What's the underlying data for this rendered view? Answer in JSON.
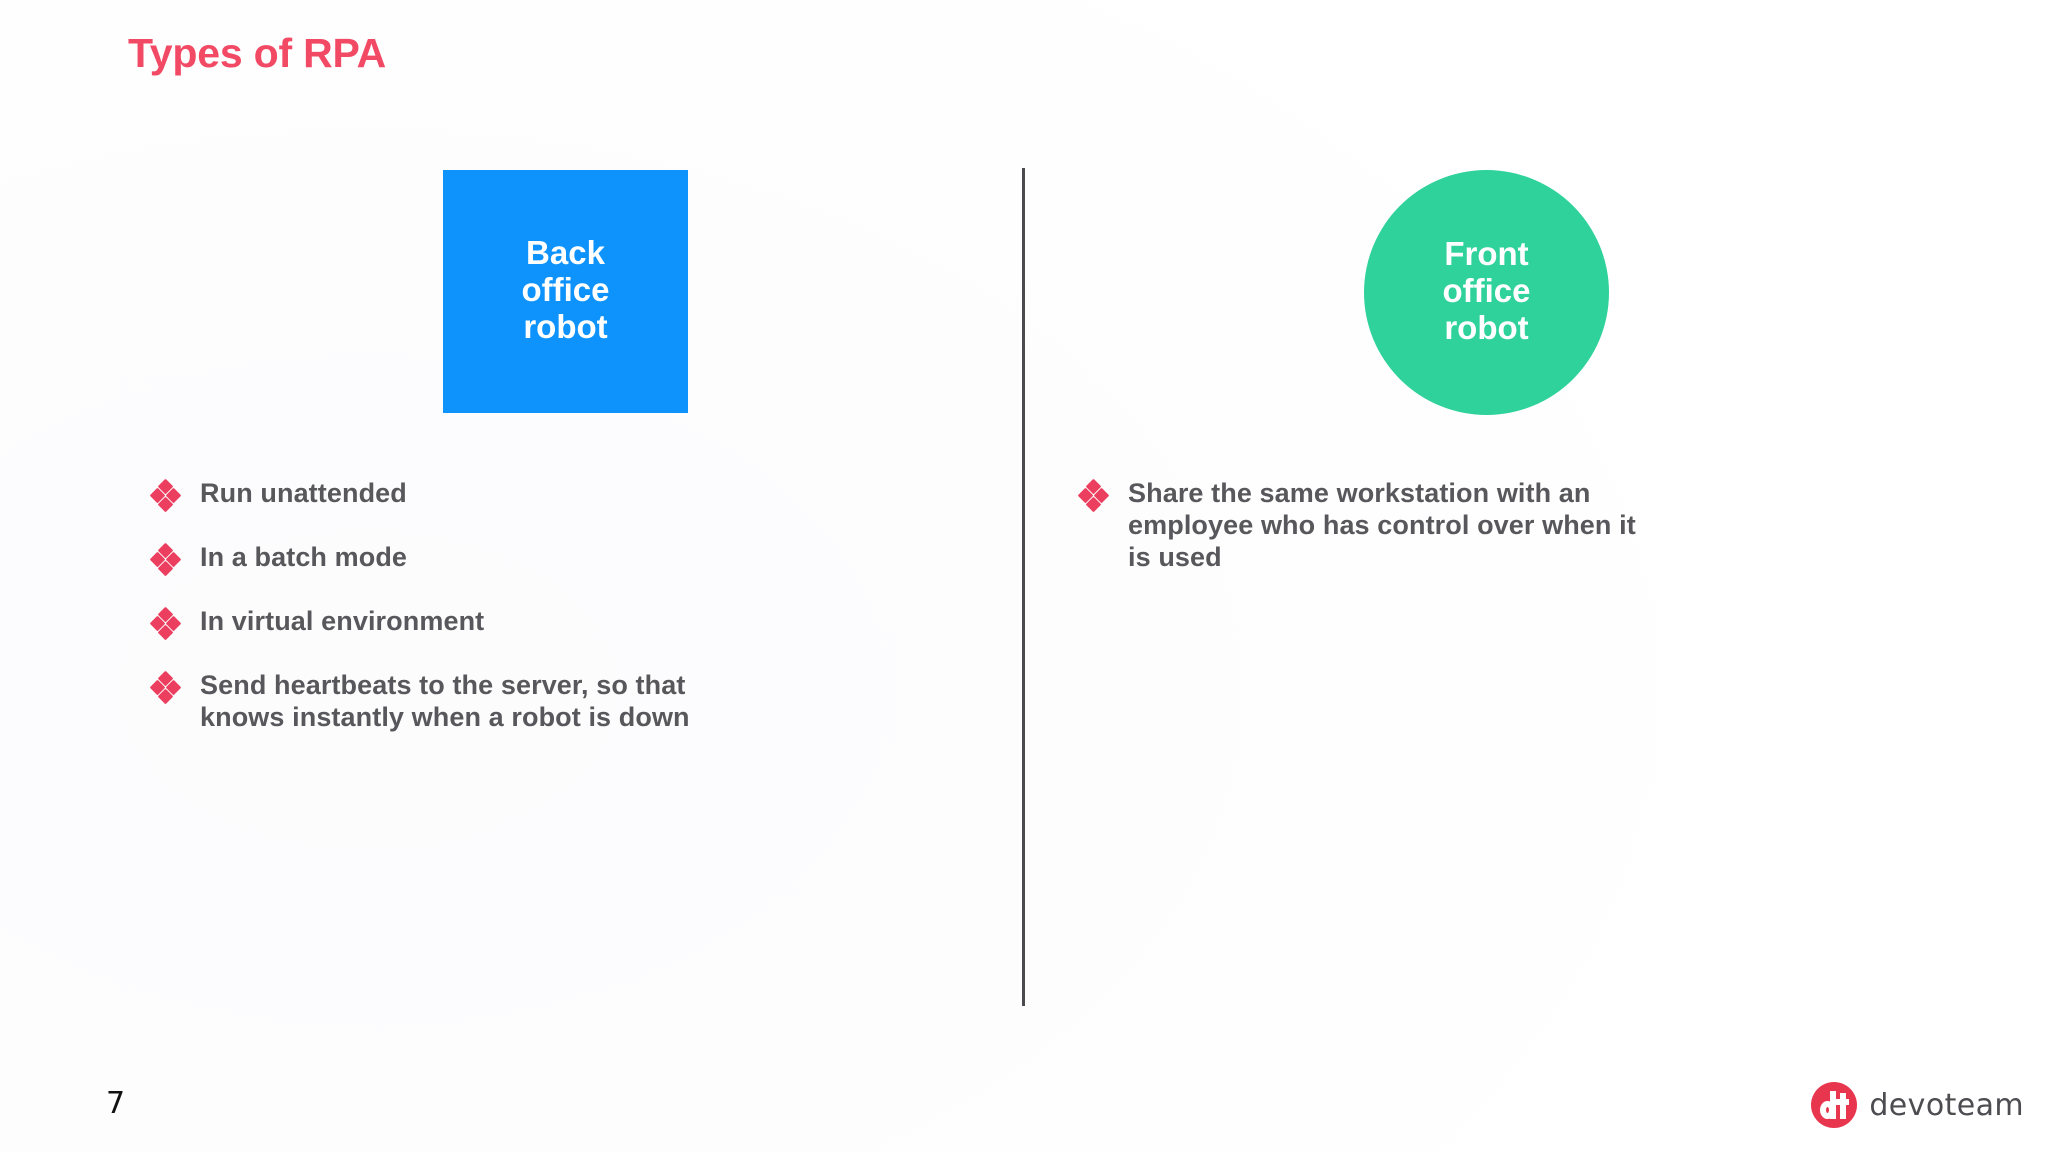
{
  "slide": {
    "title": "Types of RPA",
    "page_number": "7",
    "title_color": "#f24965",
    "body_text_color": "#58585c",
    "bullet_color": "#ec3f5f",
    "divider_color": "#4a4a4f",
    "background_color": "#ffffff"
  },
  "columns": [
    {
      "shape": {
        "kind": "square",
        "label": "Back\noffice\nrobot",
        "color": "#0d93fb",
        "text_color": "#ffffff"
      },
      "bullets": [
        "Run unattended",
        "In a batch mode",
        "In virtual environment",
        "Send heartbeats to the server, so that\nknows instantly when a robot is down"
      ]
    },
    {
      "shape": {
        "kind": "circle",
        "label": "Front\noffice\nrobot",
        "color": "#2ed29a",
        "text_color": "#ffffff"
      },
      "bullets": [
        "Share the same workstation with an\nemployee who has control over when it\nis used"
      ]
    }
  ],
  "footer": {
    "logo_text": "devoteam",
    "logo_mark_color": "#e8364f",
    "logo_text_color": "#4c4c51"
  }
}
